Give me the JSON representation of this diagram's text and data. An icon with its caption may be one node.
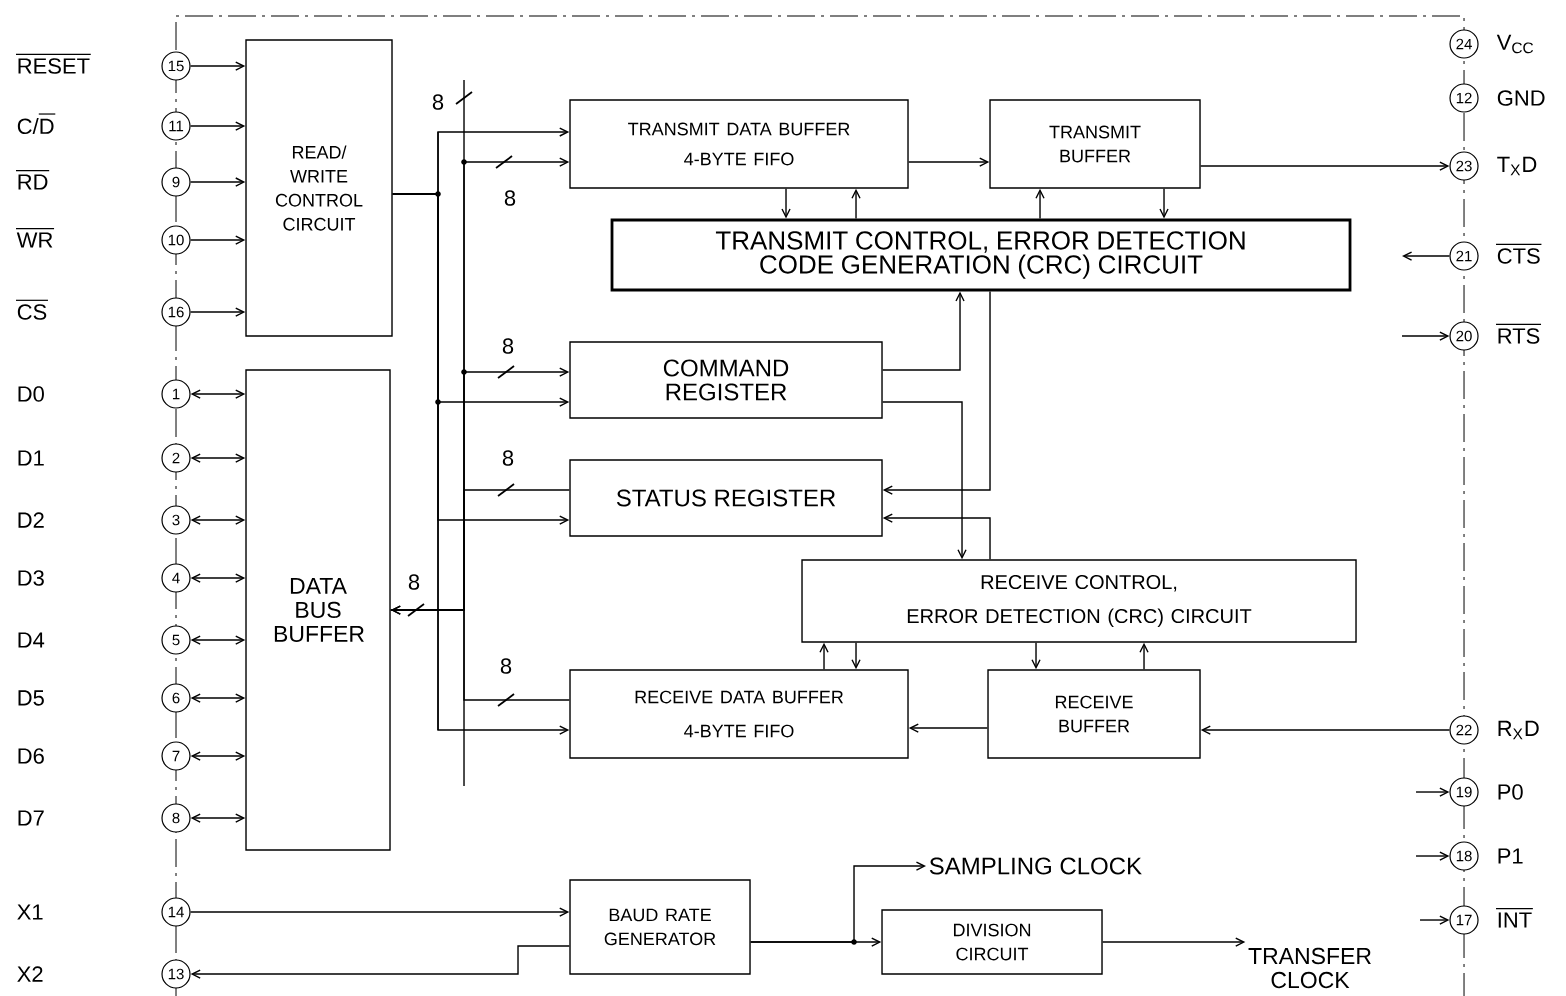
{
  "diagram": {
    "nodes": [
      {
        "text": [
          "READ/ WRITE CONTROL CIRCUIT"
        ]
      },
      {
        "text": [
          "DATA BUS BUFFER"
        ]
      },
      {
        "text": [
          "TRANSMIT DATA BUFFER 4-BYTE FIFO"
        ]
      },
      {
        "text": [
          "TRANSMIT BUFFER"
        ]
      },
      {
        "text": [
          "TRANSMIT CONTROL, ERROR DETECTION CODE GENERATION (CRC) CIRCUIT"
        ]
      },
      {
        "text": [
          "COMMAND REGISTER"
        ]
      },
      {
        "text": [
          "STATUS REGISTER"
        ]
      },
      {
        "text": [
          "RECEIVE CONTROL, ERROR DETECTION (CRC) CIRCUIT"
        ]
      },
      {
        "text": [
          "RECEIVE DATA BUFFER 4-BYTE FIFO"
        ]
      },
      {
        "text": [
          "RECEIVE BUFFER"
        ]
      },
      {
        "text": [
          "BAUD RATE GENERATOR"
        ]
      },
      {
        "text": [
          "DIVISION CIRCUIT"
        ]
      },
      {
        "text": [
          "SAMPLING CLOCK"
        ]
      },
      {
        "text": [
          "TRANSFER CLOCK"
        ]
      },
      {
        "text": [
          "15"
        ]
      },
      {
        "text": [
          "11"
        ]
      },
      {
        "text": [
          "9"
        ]
      },
      {
        "text": [
          "10"
        ]
      },
      {
        "text": [
          "16"
        ]
      },
      {
        "text": [
          "1"
        ]
      },
      {
        "text": [
          "2"
        ]
      },
      {
        "text": [
          "3"
        ]
      },
      {
        "text": [
          "4"
        ]
      },
      {
        "text": [
          "5"
        ]
      },
      {
        "text": [
          "6"
        ]
      },
      {
        "text": [
          "7"
        ]
      },
      {
        "text": [
          "8"
        ]
      },
      {
        "text": [
          "14"
        ]
      },
      {
        "text": [
          "13"
        ]
      },
      {
        "text": [
          "24"
        ],
        "beside": [
          "V$_{CC}$"
        ]
      },
      {
        "text": [
          "12"
        ],
        "beside": [
          "GND"
        ]
      },
      {
        "text": [
          "23"
        ],
        "beside": [
          "T$_{X}$D"
        ]
      },
      {
        "text": [
          "21"
        ],
        "beside": [
          "CTS"
        ]
      },
      {
        "text": [
          "20"
        ],
        "beside": [
          "RTS"
        ]
      },
      {
        "text": [
          "22"
        ],
        "beside": [
          "R$_{X}$D"
        ]
      },
      {
        "text": [
          "19"
        ],
        "beside": [
          "P0"
        ]
      },
      {
        "text": [
          "18"
        ],
        "beside": [
          "P1"
        ]
      },
      {
        "text": [
          "17"
        ],
        "beside": [
          "INT"
        ]
      }
    ],
    "edges": [
      {
        "from": 14,
        "to": 0,
        "arrow": "to"
      },
      {
        "from": 15,
        "to": 0,
        "arrow": "to"
      },
      {
        "from": 16,
        "to": 0,
        "arrow": "to"
      },
      {
        "from": 17,
        "to": 0,
        "arrow": "to"
      },
      {
        "from": 18,
        "to": 0,
        "arrow": "to"
      },
      {
        "from": 19,
        "to": 1,
        "arrow": "both"
      },
      {
        "from": 20,
        "to": 1,
        "arrow": "both"
      },
      {
        "from": 21,
        "to": 1,
        "arrow": "both"
      },
      {
        "from": 22,
        "to": 1,
        "arrow": "both"
      },
      {
        "from": 23,
        "to": 1,
        "arrow": "both"
      },
      {
        "from": 24,
        "to": 1,
        "arrow": "both"
      },
      {
        "from": 25,
        "to": 1,
        "arrow": "both"
      },
      {
        "from": 26,
        "to": 1,
        "arrow": "both"
      },
      {
        "from": 27,
        "to": 10,
        "arrow": "to"
      },
      {
        "from": 10,
        "to": 28,
        "arrow": "to"
      },
      {
        "from": 1,
        "to": 2,
        "arrow": "to",
        "label": "8"
      },
      {
        "from": 1,
        "to": 5,
        "arrow": "to",
        "label": "8"
      },
      {
        "from": 6,
        "to": 1,
        "arrow": "to",
        "label": "8"
      },
      {
        "from": 8,
        "to": 1,
        "arrow": "to",
        "label": "8"
      },
      {
        "from": 0,
        "to": 2,
        "arrow": "to"
      },
      {
        "from": 0,
        "to": 5,
        "arrow": "to"
      },
      {
        "from": 0,
        "to": 6,
        "arrow": "to"
      },
      {
        "from": 0,
        "to": 8,
        "arrow": "to"
      },
      {
        "from": 2,
        "to": 3,
        "arrow": "to"
      },
      {
        "from": 2,
        "to": 4,
        "arrow": "to"
      },
      {
        "from": 4,
        "to": 2,
        "arrow": "to"
      },
      {
        "from": 4,
        "to": 3,
        "arrow": "to"
      },
      {
        "from": 3,
        "to": 4,
        "arrow": "to"
      },
      {
        "from": 5,
        "to": 4,
        "arrow": "to"
      },
      {
        "from": 5,
        "to": 7,
        "arrow": "to"
      },
      {
        "from": 4,
        "to": 6,
        "arrow": "to"
      },
      {
        "from": 7,
        "to": 6,
        "arrow": "to"
      },
      {
        "from": 8,
        "to": 7,
        "arrow": "to"
      },
      {
        "from": 7,
        "to": 8,
        "arrow": "to"
      },
      {
        "from": 7,
        "to": 9,
        "arrow": "to"
      },
      {
        "from": 9,
        "to": 7,
        "arrow": "to"
      },
      {
        "from": 9,
        "to": 8,
        "arrow": "to"
      },
      {
        "from": 3,
        "to": 31,
        "arrow": "to"
      },
      {
        "from": 32,
        "to": null,
        "arrow": "to"
      },
      {
        "from": null,
        "to": 33,
        "arrow": "to"
      },
      {
        "from": 34,
        "to": 9,
        "arrow": "to"
      },
      {
        "from": null,
        "to": 35,
        "arrow": "to"
      },
      {
        "from": null,
        "to": 36,
        "arrow": "to"
      },
      {
        "from": null,
        "to": 37,
        "arrow": "to"
      },
      {
        "from": 10,
        "to": 11,
        "arrow": "to"
      },
      {
        "from": 10,
        "to": 12,
        "arrow": "to"
      },
      {
        "from": 11,
        "to": 13,
        "arrow": "to"
      }
    ],
    "labels": [
      "RESET",
      "C/D",
      "RD",
      "WR",
      "CS",
      "D0",
      "D1",
      "D2",
      "D3",
      "D4",
      "D5",
      "D6",
      "D7",
      "X1",
      "X2",
      "8",
      "8"
    ]
  }
}
